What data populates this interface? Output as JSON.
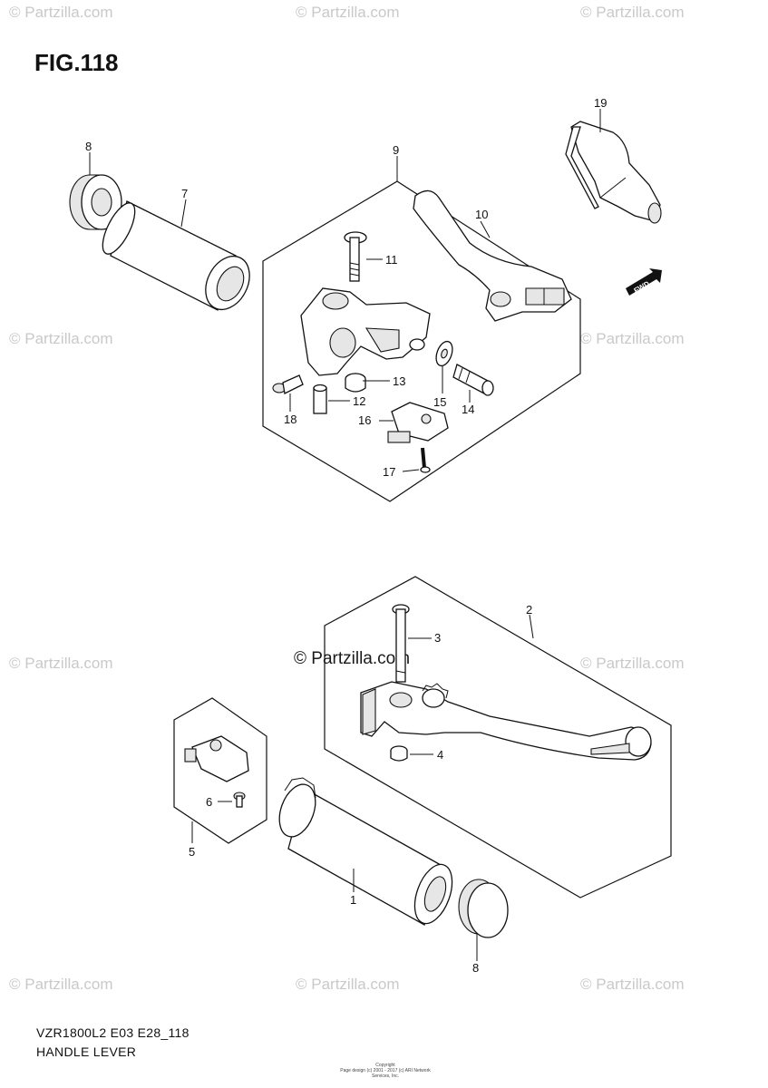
{
  "figure": {
    "title": "FIG.118",
    "model_code": "VZR1800L2 E03 E28_118",
    "caption": "HANDLE LEVER",
    "copyright_line1": "Copyright",
    "copyright_line2": "Page design (c) 2001 - 2017 (c) ARI Network Services, Inc."
  },
  "watermarks": {
    "text": "© Partzilla.com",
    "center_text": "© Partzilla.com"
  },
  "fwd_label": "FWD",
  "callouts": [
    "1",
    "2",
    "3",
    "4",
    "5",
    "6",
    "7",
    "8",
    "9",
    "10",
    "11",
    "12",
    "13",
    "14",
    "15",
    "16",
    "17",
    "18",
    "19",
    "8"
  ]
}
